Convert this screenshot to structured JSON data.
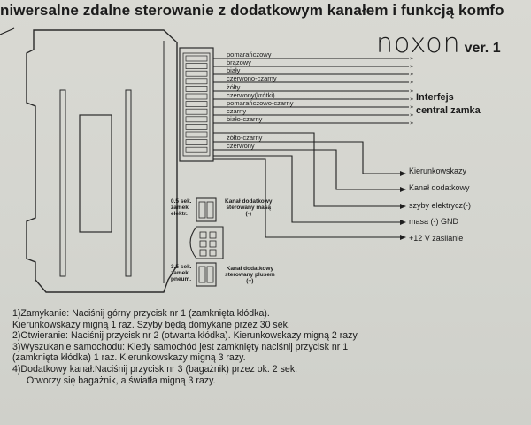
{
  "title": "niwersalne zdalne sterowanie z dodatkowym kanałem i funkcją komfo",
  "brand": {
    "logo": "noxon",
    "version": "ver. 1"
  },
  "wires": [
    {
      "label": "pomarańczowy"
    },
    {
      "label": "brązowy"
    },
    {
      "label": "biały"
    },
    {
      "label": "czerwono-czarny"
    },
    {
      "label": "żółty"
    },
    {
      "label": "czerwony(krótki)"
    },
    {
      "label": "pomarańczowo-czarny"
    },
    {
      "label": "czarny"
    },
    {
      "label": "biało-czarny"
    },
    {
      "label": "żółto-czarny"
    },
    {
      "label": "czerwony"
    }
  ],
  "interfejs": [
    "Interfejs",
    "central zamka"
  ],
  "outputs": [
    {
      "label": "Kierunkowskazy"
    },
    {
      "label": "Kanał dodatkowy"
    },
    {
      "label": "szyby elektrycz(-)"
    },
    {
      "label": "masa (-) GND"
    },
    {
      "label": "+12 V zasilanie"
    }
  ],
  "module_labels": {
    "sek05": [
      "0.5 sek.",
      "zamek",
      "elektr."
    ],
    "kanal_masa": [
      "Kanał dodatkowy",
      "sterowany masą",
      "(-)"
    ],
    "sek35": [
      "3.5 sek.",
      "zamek",
      "pneum."
    ],
    "kanal_plus": [
      "Kanał dodatkowy",
      "sterowany plusem",
      "(+)"
    ]
  },
  "instructions": [
    {
      "text": "1)Zamykanie: Naciśnij górny przycisk nr 1 (zamknięta kłódka).",
      "indent": false
    },
    {
      "text": "Kierunkowskazy migną 1 raz. Szyby będą domykane przez 30 sek.",
      "indent": false
    },
    {
      "text": "2)Otwieranie: Naciśnij przycisk nr 2 (otwarta kłódka). Kierunkowskazy migną 2 razy.",
      "indent": false
    },
    {
      "text": "3)Wyszukanie samochodu: Kiedy samochód jest zamknięty naciśnij przycisk nr 1",
      "indent": false
    },
    {
      "text": "(zamknięta kłódka) 1 raz. Kierunkowskazy migną 3 razy.",
      "indent": false
    },
    {
      "text": "4)Dodatkowy kanał:Naciśnij przycisk nr 3 (bagażnik) przez ok. 2 sek.",
      "indent": false
    },
    {
      "text": "Otworzy się bagażnik, a światła migną 3 razy.",
      "indent": true
    }
  ]
}
